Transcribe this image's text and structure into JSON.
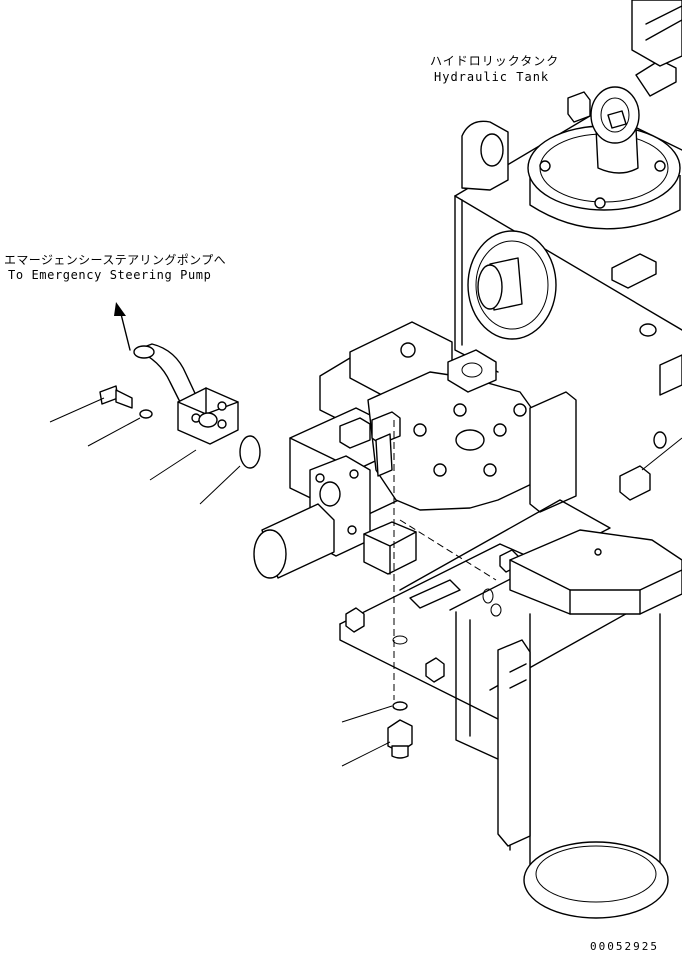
{
  "labels": {
    "hydraulic_tank_jp": "ハイドロリックタンク",
    "hydraulic_tank_en": "Hydraulic Tank",
    "emergency_pump_jp": "エマージェンシーステアリングポンプへ",
    "emergency_pump_en": "To Emergency Steering Pump",
    "drawing_number": "00052925"
  }
}
